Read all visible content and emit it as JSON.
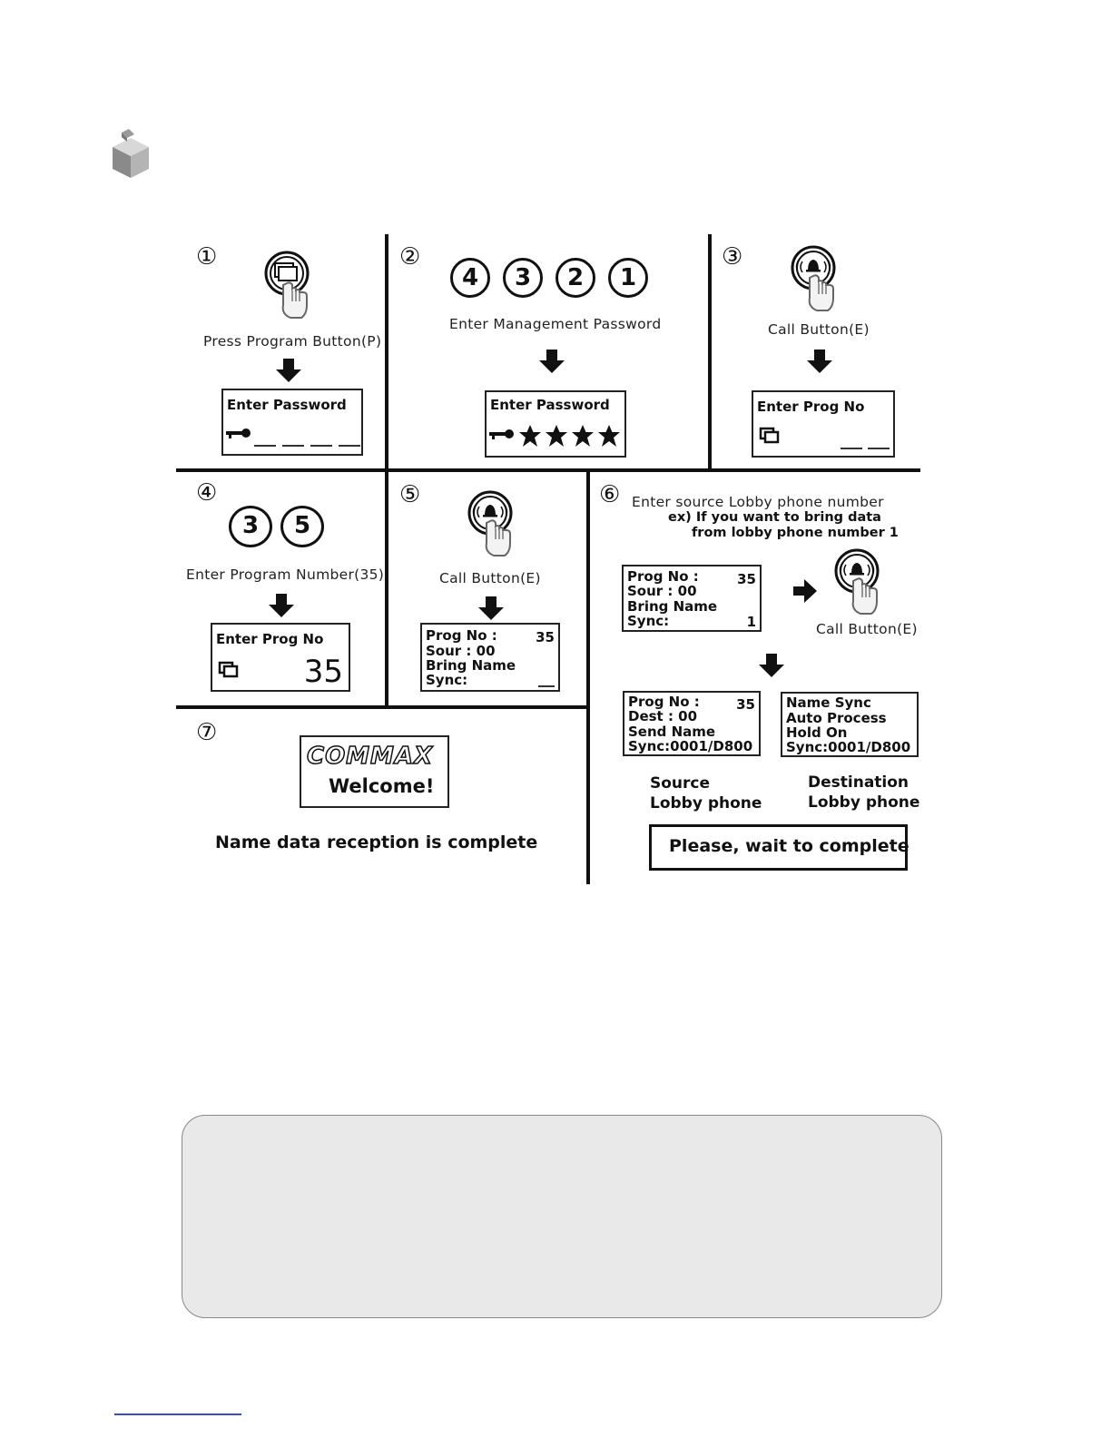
{
  "steps": {
    "s1": {
      "num": "①",
      "caption": "Press Program Button(P)",
      "lcd_title": "Enter Password"
    },
    "s2": {
      "num": "②",
      "digits": [
        "4",
        "3",
        "2",
        "1"
      ],
      "caption": "Enter Management Password",
      "lcd_title": "Enter Password"
    },
    "s3": {
      "num": "③",
      "caption": "Call Button(E)",
      "lcd_title": "Enter Prog  No"
    },
    "s4": {
      "num": "④",
      "digits": [
        "3",
        "5"
      ],
      "caption": "Enter Program Number(35)",
      "lcd_title": "Enter Prog  No",
      "lcd_value": "35"
    },
    "s5": {
      "num": "⑤",
      "caption": "Call Button(E)",
      "lcd": {
        "line1": "Prog No :",
        "line1_val": "35",
        "line2": "Sour : 00",
        "line3": "Bring Name",
        "line4": "Sync:"
      }
    },
    "s6": {
      "num": "⑥",
      "caption": "Enter source Lobby phone number",
      "example_line1": "ex) If you want to bring data",
      "example_line2": "from lobby phone number 1",
      "lcd_a": {
        "line1": "Prog No :",
        "line1_val": "35",
        "line2": "Sour : 00",
        "line3": "Bring Name",
        "line4": "Sync:",
        "line4_val": "1"
      },
      "call_caption": "Call Button(E)",
      "lcd_source": {
        "line1": "Prog No :",
        "line1_val": "35",
        "line2": "Dest : 00",
        "line3": "Send Name",
        "line4": "Sync:0001/D800"
      },
      "lcd_dest": {
        "line1": "Name Sync",
        "line2": "Auto Process",
        "line3": "Hold On",
        "line4": "Sync:0001/D800"
      },
      "source_label_1": "Source",
      "source_label_2": "Lobby phone",
      "dest_label_1": "Destination",
      "dest_label_2": "Lobby phone",
      "wait_text": "Please, wait to complete"
    },
    "s7": {
      "num": "⑦",
      "brand": "COMMAX",
      "welcome": "Welcome!",
      "complete_text": "Name data reception is complete"
    }
  },
  "icons": [
    "section-cube-icon",
    "program-button-icon",
    "call-button-icon",
    "key-icon",
    "program-icon",
    "down-arrow-icon",
    "right-arrow-icon"
  ]
}
